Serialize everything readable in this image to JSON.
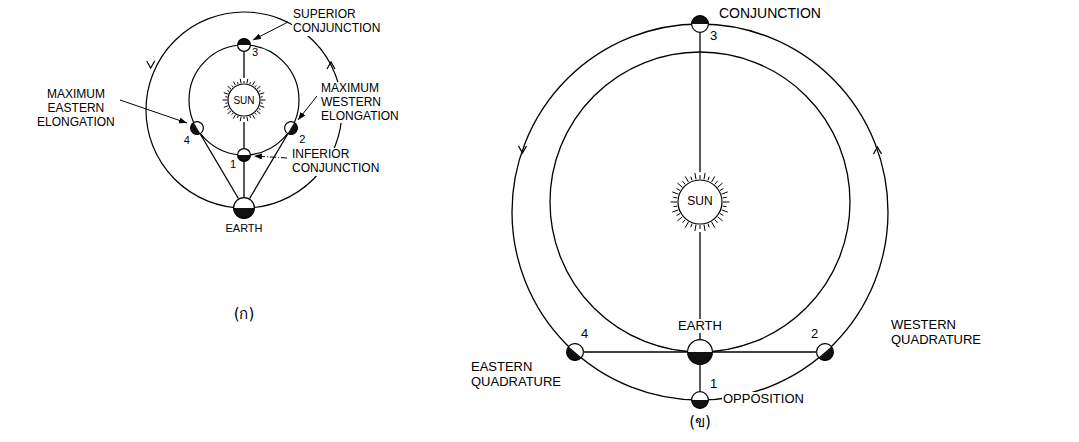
{
  "diagram": {
    "nodes": [
      {
        "text": [
          "3"
        ]
      },
      {
        "text": [
          "SUN"
        ]
      },
      {
        "text": [
          "4"
        ]
      },
      {
        "text": [
          "2"
        ]
      },
      {
        "text": [
          "1"
        ]
      },
      {
        "text": [
          "EARTH"
        ]
      },
      {
        "text": [
          "3"
        ]
      },
      {
        "text": [
          "SUN"
        ]
      },
      {
        "text": [
          "4"
        ]
      },
      {
        "text": [
          "EARTH"
        ]
      },
      {
        "text": [
          "2"
        ]
      },
      {
        "text": [
          "1"
        ]
      }
    ],
    "edges": [
      {
        "from": 1,
        "to": 0,
        "arrow": "none"
      },
      {
        "from": 1,
        "to": 4,
        "arrow": "none"
      },
      {
        "from": 4,
        "to": 5,
        "arrow": "none"
      },
      {
        "from": 5,
        "to": 2,
        "arrow": "none"
      },
      {
        "from": 5,
        "to": 3,
        "arrow": "none"
      },
      {
        "from": 7,
        "to": 6,
        "arrow": "none"
      },
      {
        "from": 7,
        "to": 9,
        "arrow": "none"
      },
      {
        "from": 9,
        "to": 11,
        "arrow": "none"
      },
      {
        "from": 9,
        "to": 8,
        "arrow": "none"
      },
      {
        "from": 9,
        "to": 10,
        "arrow": "none"
      }
    ],
    "labels": [
      "SUPERIOR CONJUNCTION",
      "MAXIMUM EASTERN ELONGATION",
      "MAXIMUM WESTERN ELONGATION",
      "INFERIOR CONJUNCTION",
      "(ก)",
      "CONJUNCTION",
      "WESTERN QUADRATURE",
      "EASTERN QUADRATURE",
      "OPPOSITION",
      "(ข)"
    ]
  }
}
